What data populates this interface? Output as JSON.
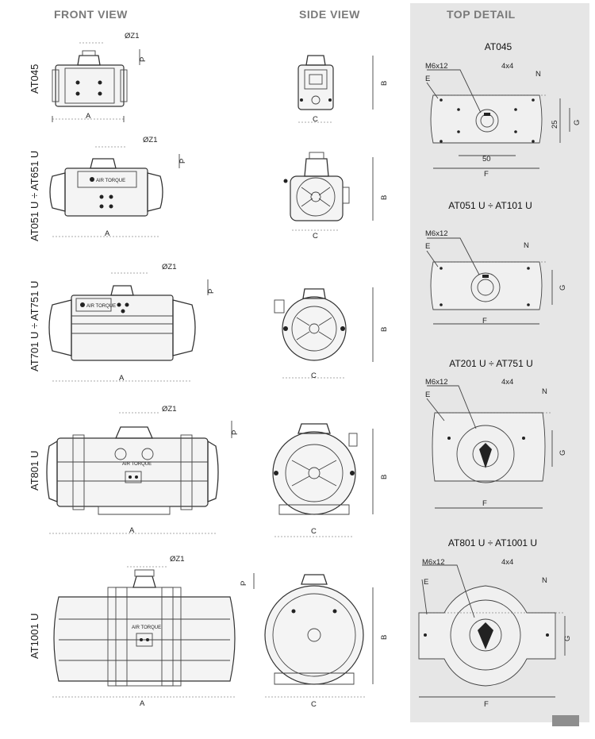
{
  "headers": {
    "front": "FRONT VIEW",
    "side": "SIDE VIEW",
    "top": "TOP DETAIL"
  },
  "rows": [
    {
      "label": "AT045",
      "z": "ØZ1",
      "p": "P",
      "a": "A",
      "b": "B",
      "c": "C"
    },
    {
      "label": "AT051 U ÷ AT651 U",
      "z": "ØZ1",
      "p": "P",
      "a": "A",
      "b": "B",
      "c": "C"
    },
    {
      "label": "AT701 U ÷ AT751 U",
      "z": "ØZ1",
      "p": "P",
      "a": "A",
      "b": "B",
      "c": "C"
    },
    {
      "label": "AT801 U",
      "z": "ØZ1",
      "p": "P",
      "a": "A",
      "b": "B",
      "c": "C"
    },
    {
      "label": "AT1001 U",
      "z": "ØZ1",
      "p": "P",
      "a": "A",
      "b": "B",
      "c": "C"
    }
  ],
  "details": [
    {
      "title": "AT045",
      "m": "M6x12",
      "sq": "4x4",
      "e": "E",
      "n": "N",
      "f": "F",
      "g": "G",
      "d50": "50",
      "d25": "25"
    },
    {
      "title": "AT051 U ÷ AT101 U",
      "m": "M6x12",
      "e": "E",
      "n": "N",
      "f": "F",
      "g": "G"
    },
    {
      "title": "AT201 U ÷ AT751 U",
      "m": "M6x12",
      "sq": "4x4",
      "e": "E",
      "n": "N",
      "f": "F",
      "g": "G"
    },
    {
      "title": "AT801 U ÷ AT1001 U",
      "m": "M6x12",
      "sq": "4x4",
      "e": "E",
      "n": "N",
      "f": "F",
      "g": "G"
    }
  ],
  "logo_text": "AIR TORQUE"
}
